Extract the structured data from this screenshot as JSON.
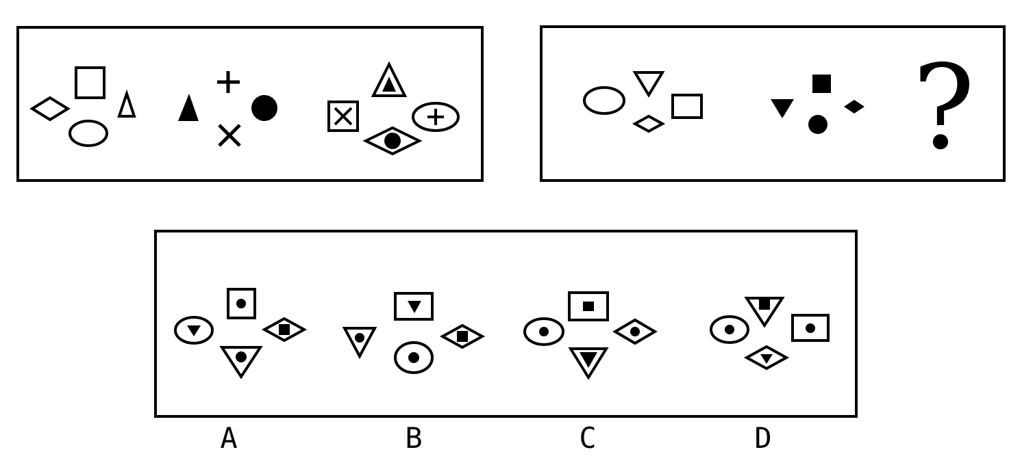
{
  "question_mark": "?",
  "options": [
    {
      "letter": "A"
    },
    {
      "letter": "B"
    },
    {
      "letter": "C"
    },
    {
      "letter": "D"
    }
  ]
}
